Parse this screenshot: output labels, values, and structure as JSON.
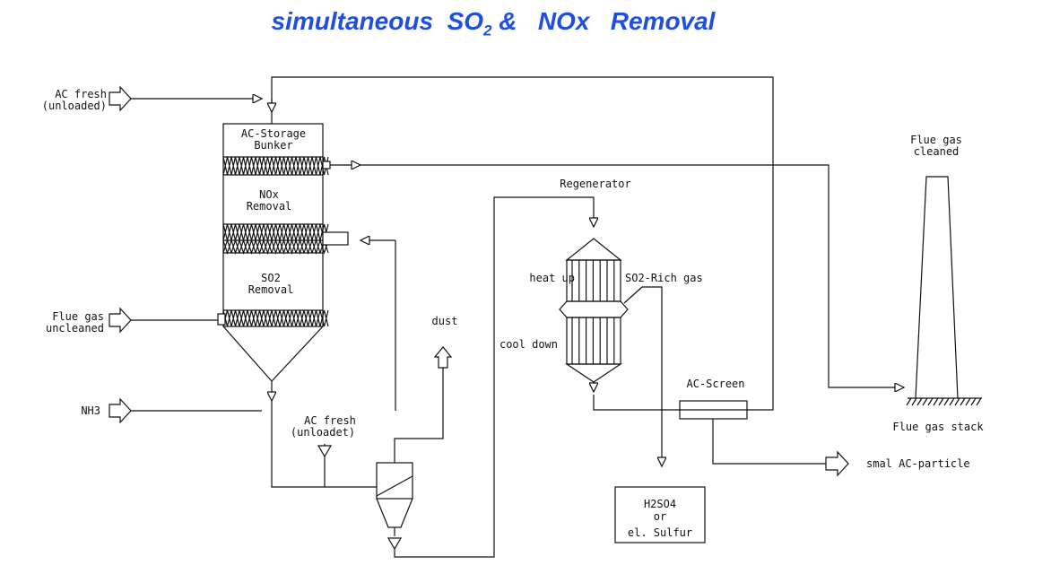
{
  "title": {
    "part1": "simultaneous  SO",
    "sub": "2",
    "part2": " &   NOx   Removal"
  },
  "labels": {
    "ac_fresh_unloaded_1": "AC fresh",
    "ac_fresh_unloaded_2": "(unloaded)",
    "storage_1": "AC-Storage",
    "storage_2": "Bunker",
    "nox_1": "NOx",
    "nox_2": "Removal",
    "so2_1": "SO2",
    "so2_2": "Removal",
    "flue_uncleaned_1": "Flue gas",
    "flue_uncleaned_2": "uncleaned",
    "nh3": "NH3",
    "ac_fresh_unloadet_1": "AC fresh",
    "ac_fresh_unloadet_2": "(unloadet)",
    "dust": "dust",
    "regenerator": "Regenerator",
    "heat_up": "heat up",
    "so2_rich_gas": "SO2-Rich gas",
    "cool_down": "cool down",
    "ac_screen": "AC-Screen",
    "h2so4_1": "H2SO4",
    "h2so4_2": "or",
    "h2so4_3": "el. Sulfur",
    "flue_cleaned_1": "Flue gas",
    "flue_cleaned_2": "cleaned",
    "flue_gas_stack": "Flue gas stack",
    "smal_ac_particle": "smal AC-particle"
  }
}
